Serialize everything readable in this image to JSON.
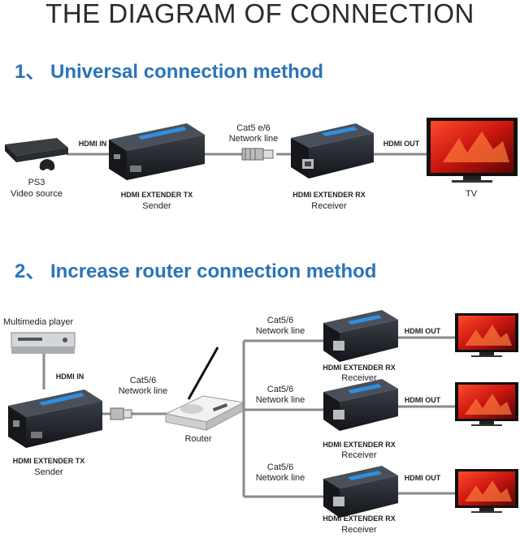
{
  "title": "THE DIAGRAM OF CONNECTION",
  "sections": {
    "universal": {
      "heading": "1、 Universal connection method",
      "labels": {
        "hdmi_in": "HDMI IN",
        "cable": "Cat5 e/6\nNetwork line",
        "hdmi_out": "HDMI OUT",
        "ps3": "PS3",
        "video_source": "Video source",
        "sender_model": "HDMI EXTENDER TX",
        "sender": "Sender",
        "receiver_model": "HDMI EXTENDER RX",
        "receiver": "Receiver",
        "tv": "TV"
      }
    },
    "router": {
      "heading": "2、 Increase router connection method",
      "labels": {
        "player": "Multimedia player",
        "hdmi_in": "HDMI IN",
        "cable_main": "Cat5/6\nNetwork line",
        "router": "Router",
        "sender_model": "HDMI EXTENDER TX",
        "sender": "Sender",
        "branches": [
          {
            "cable": "Cat5/6\nNetwork line",
            "hdmi_out": "HDMI OUT",
            "model": "HDMI EXTENDER RX",
            "role": "Receiver"
          },
          {
            "cable": "Cat5/6\nNetwork line",
            "hdmi_out": "HDMI OUT",
            "model": "HDMI EXTENDER RX",
            "role": "Receiver"
          },
          {
            "cable": "Cat5/6\nNetwork line",
            "hdmi_out": "HDMI OUT",
            "model": "HDMI EXTENDER RX",
            "role": "Receiver"
          }
        ]
      }
    }
  },
  "colors": {
    "accent": "#2a74b8",
    "device_body": "#1c1f24",
    "device_stripe": "#2f8fe0",
    "tv_screen": "#d8261c",
    "cable": "#8a8a8a"
  }
}
